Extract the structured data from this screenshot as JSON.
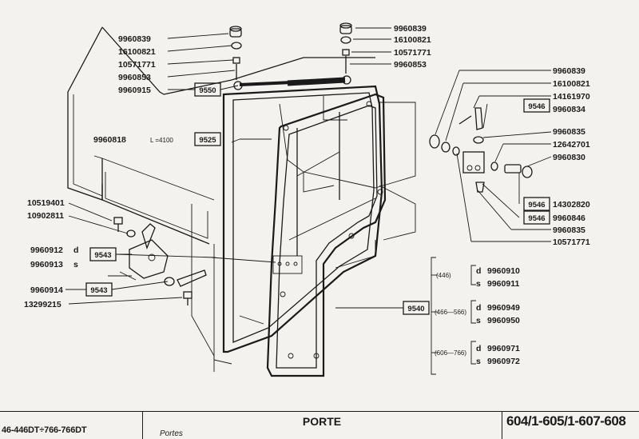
{
  "labels_top_left": [
    "9960839",
    "16100821",
    "10571771",
    "9960853",
    "9960915"
  ],
  "box_9550": "9550",
  "labels_top_right": [
    "9960839",
    "16100821",
    "10571771",
    "9960853"
  ],
  "label_cable": "9960818",
  "label_cable_len": "L =4100",
  "box_9525": "9525",
  "labels_hinge": [
    "9960839",
    "16100821",
    "14161970",
    "9960834",
    "9960835",
    "12642701",
    "9960830",
    "14302820",
    "9960846",
    "9960835",
    "10571771"
  ],
  "box_9546": "9546",
  "labels_handle": [
    "10519401",
    "10902811"
  ],
  "label_9960912": "9960912",
  "label_9960913": "9960913",
  "suffix_d": "d",
  "suffix_s": "s",
  "box_9543": "9543",
  "label_9960914": "9960914",
  "label_13299215": "13299215",
  "box_9540": "9540",
  "variants": [
    {
      "range": "(446)",
      "d": "9960910",
      "s": "9960911"
    },
    {
      "range": "(466—566)",
      "d": "9960949",
      "s": "9960950"
    },
    {
      "range": "(606—766)",
      "d": "9960971",
      "s": "9960972"
    }
  ],
  "footer": {
    "models": "46-446DT÷766-766DT",
    "title": "PORTE",
    "subtitle": "Portes",
    "code": "604/1-605/1-607-608"
  }
}
